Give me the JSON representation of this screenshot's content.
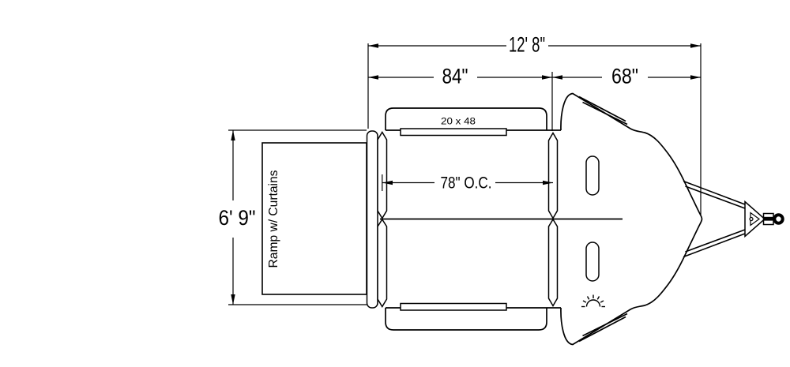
{
  "diagram": {
    "type": "trailer-floor-plan",
    "background": "#ffffff",
    "line_color": "#000000",
    "dimensions": {
      "overall_length": "12' 8\"",
      "box_length": "84\"",
      "nose_length": "68\"",
      "width": "6' 9\"",
      "post_spacing": "78\"  O.C."
    },
    "labels": {
      "vent_size": "20 x 48",
      "ramp": "Ramp w/ Curtains"
    }
  }
}
